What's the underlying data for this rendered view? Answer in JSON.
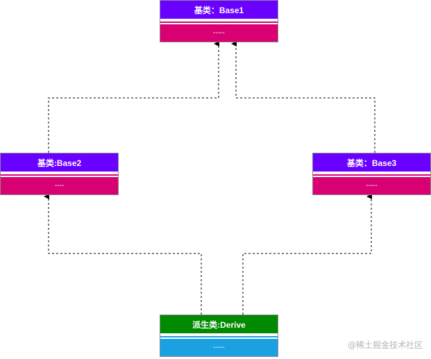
{
  "colors": {
    "base_header": "#6a00ff",
    "base_body": "#d80073",
    "derive_header": "#008a00",
    "derive_body": "#1ba1e2",
    "edge": "#000000"
  },
  "classes": {
    "base1": {
      "title": "基类：Base1",
      "body": "-----"
    },
    "base2": {
      "title": "基类:Base2",
      "body": "----"
    },
    "base3": {
      "title": "基类：Base3",
      "body": "-----"
    },
    "derive": {
      "title": "派生类:Derive",
      "body": "-----"
    }
  },
  "edges": [
    {
      "from": "base2",
      "to": "base1",
      "style": "dashed",
      "arrow": "block"
    },
    {
      "from": "base3",
      "to": "base1",
      "style": "dashed",
      "arrow": "block"
    },
    {
      "from": "derive",
      "to": "base2",
      "style": "dashed",
      "arrow": "block"
    },
    {
      "from": "derive",
      "to": "base3",
      "style": "dashed",
      "arrow": "block"
    }
  ],
  "watermark": "@稀土掘金技术社区"
}
